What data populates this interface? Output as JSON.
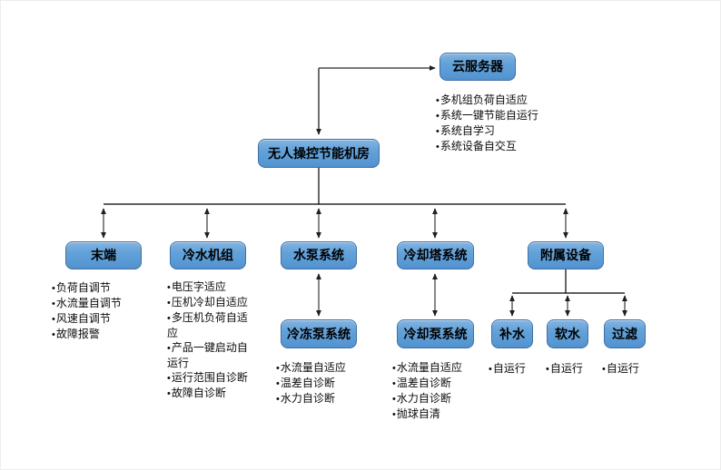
{
  "colors": {
    "node_fill": "#5b9bd5",
    "node_fill_highlight": "#83b4e2",
    "node_border": "#3f6fa6",
    "connector_shaft": "#666666",
    "connector_head": "#1f1f1f",
    "bus_line": "#000000",
    "text": "#000000",
    "background": "#ffffff"
  },
  "diagram": {
    "cloud": {
      "label": "云服务器",
      "bullets": [
        "多机组负荷自适应",
        "系统一键节能自运行",
        "系统自学习",
        "系统设备自交互"
      ]
    },
    "root": {
      "label": "无人操控节能机房"
    },
    "terminal": {
      "label": "末端",
      "bullets": [
        "负荷自调节",
        "水流量自调节",
        "风速自调节",
        "故障报警"
      ]
    },
    "chiller": {
      "label": "冷水机组",
      "bullets": [
        "电压字适应",
        "压机冷却自适应",
        "多压机负荷自适应",
        "产品一键启动自运行",
        "运行范围自诊断",
        "故障自诊断"
      ]
    },
    "pump_system": {
      "label": "水泵系统"
    },
    "chilled_pump": {
      "label": "冷冻泵系统",
      "bullets": [
        "水流量自适应",
        "温差自诊断",
        "水力自诊断"
      ]
    },
    "cooling_tower": {
      "label": "冷却塔系统"
    },
    "cooling_pump": {
      "label": "冷却泵系统",
      "bullets": [
        "水流量自适应",
        "温差自诊断",
        "水力自诊断",
        "抛球自清"
      ]
    },
    "auxiliary": {
      "label": "附属设备"
    },
    "makeup_water": {
      "label": "补水",
      "bullets": [
        "自运行"
      ]
    },
    "soft_water": {
      "label": "软水",
      "bullets": [
        "自运行"
      ]
    },
    "filter": {
      "label": "过滤",
      "bullets": [
        "自运行"
      ]
    }
  }
}
